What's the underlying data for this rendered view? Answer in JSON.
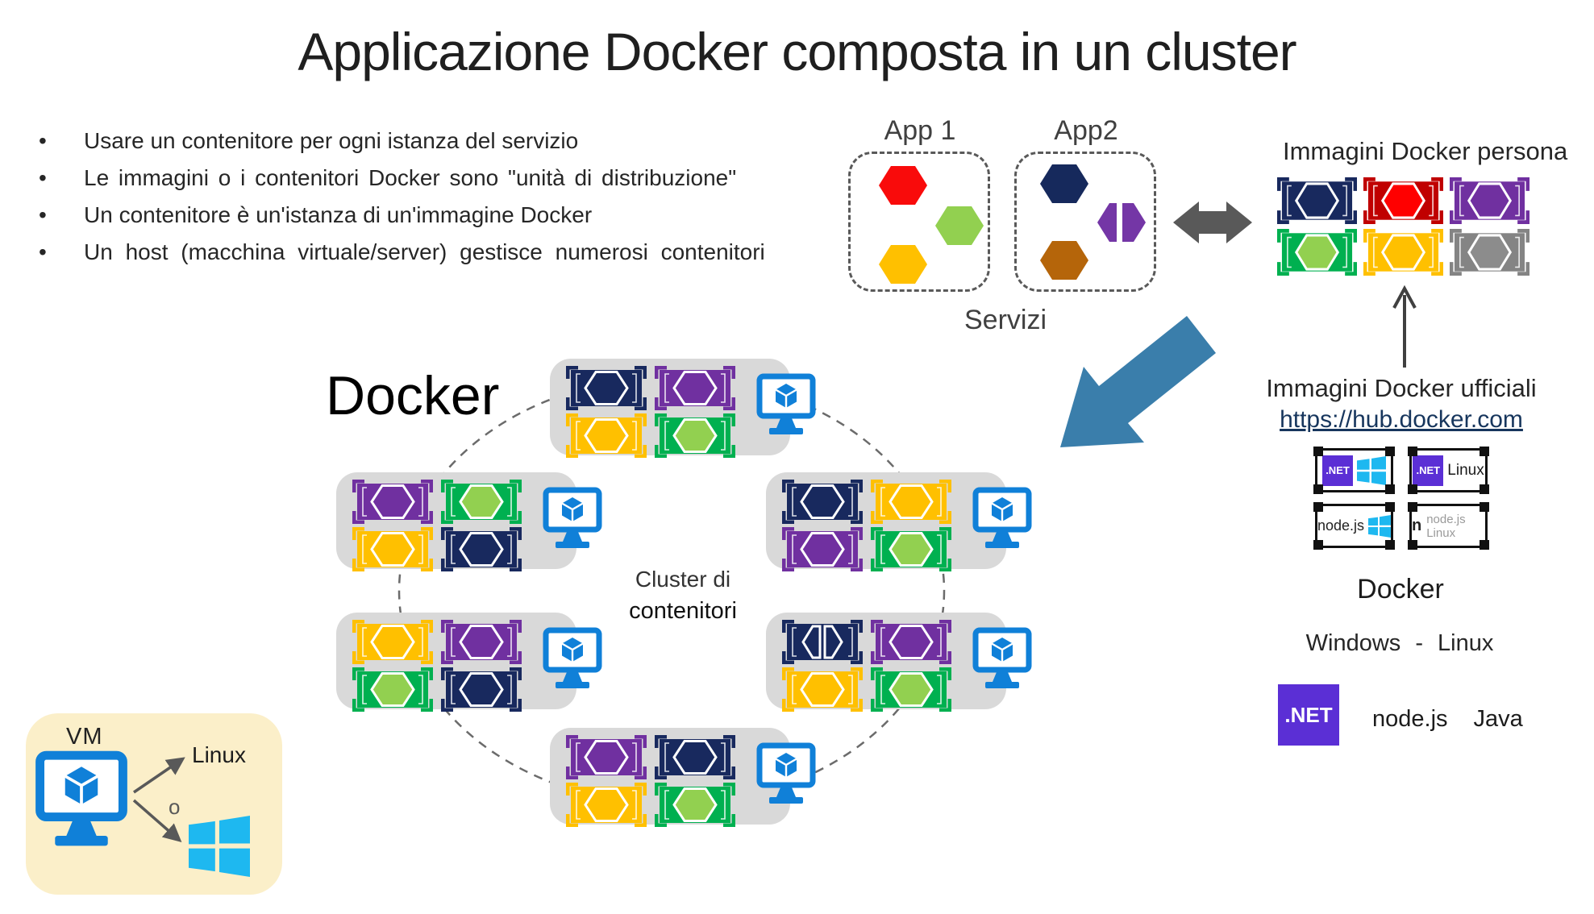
{
  "title": "Applicazione Docker composta in un cluster",
  "bullets": [
    "Usare un contenitore per ogni istanza del servizio",
    "Le immagini o i contenitori Docker sono \"unità di distribuzione\"",
    "Un contenitore è un'istanza di un'immagine Docker",
    "Un host (macchina virtuale/server) gestisce numerosi contenitori"
  ],
  "apps": {
    "app1": {
      "label": "App 1",
      "hexagons": [
        {
          "name": "service-red",
          "color": "#F90B0B"
        },
        {
          "name": "service-green",
          "color": "#92D050"
        },
        {
          "name": "service-yellow",
          "color": "#FFC000"
        }
      ]
    },
    "app2": {
      "label": "App2",
      "hexagons": [
        {
          "name": "service-navy",
          "color": "#16295C"
        },
        {
          "name": "service-purple-split",
          "color": "#7436A6",
          "split": true
        },
        {
          "name": "service-brown",
          "color": "#B5650A"
        }
      ]
    },
    "caption": "Servizi"
  },
  "custom_images": {
    "title": "Immagini Docker persona",
    "tiles": [
      "navy",
      "red",
      "purple",
      "green",
      "yellow",
      "gray"
    ]
  },
  "official_images": {
    "title": "Immagini Docker ufficiali",
    "link": "https://hub.docker.com",
    "chip": ".NET",
    "box2_text": "Linux",
    "box3_text": "node.js",
    "box4_prefix": "n",
    "box4_text": "node.js Linux",
    "caption": "Docker",
    "platforms": "Windows - Linux",
    "net_badge": ".NET",
    "runtime1": "node.js",
    "runtime2": "Java"
  },
  "cluster": {
    "label": "Docker",
    "caption_line1": "Cluster di",
    "caption_line2": "contenitori",
    "nodes": [
      {
        "position": "top",
        "tiles": [
          "navy",
          "purple",
          "yellow",
          "green"
        ]
      },
      {
        "position": "upper-left",
        "tiles": [
          "purple",
          "green",
          "yellow",
          "navy"
        ]
      },
      {
        "position": "upper-right",
        "tiles": [
          "navy",
          "yellow",
          "purple",
          "green"
        ]
      },
      {
        "position": "lower-left",
        "tiles": [
          "yellow",
          "purple",
          "green",
          "navy"
        ]
      },
      {
        "position": "lower-right",
        "tiles": [
          "navy-split",
          "purple",
          "yellow",
          "green"
        ]
      },
      {
        "position": "bottom",
        "tiles": [
          "purple",
          "navy",
          "yellow",
          "green"
        ]
      }
    ]
  },
  "vm": {
    "label": "VM",
    "os1": "Linux",
    "or": "o"
  },
  "palette": {
    "navy": {
      "body": "#18295E",
      "hex": "#18295E"
    },
    "purple": {
      "body": "#7030A0",
      "hex": "#7030A0"
    },
    "yellow": {
      "body": "#FFC000",
      "hex": "#FFC000"
    },
    "green": {
      "body": "#00B050",
      "hex": "#92D050"
    },
    "red": {
      "body": "#C00000",
      "hex": "#FF0000"
    },
    "gray": {
      "body": "#848484",
      "hex": "#8C8C8C"
    }
  },
  "colors": {
    "monitor_blue": "#1080D8",
    "windows_cyan": "#1EB8F0",
    "dotnet_purple": "#5B2FD5",
    "deploy_arrow_blue": "#3A7EAB",
    "gray_arrow": "#595959",
    "node_background": "#D9D9D9",
    "vm_background": "#FBEFC9",
    "link_navy": "#17365D"
  }
}
